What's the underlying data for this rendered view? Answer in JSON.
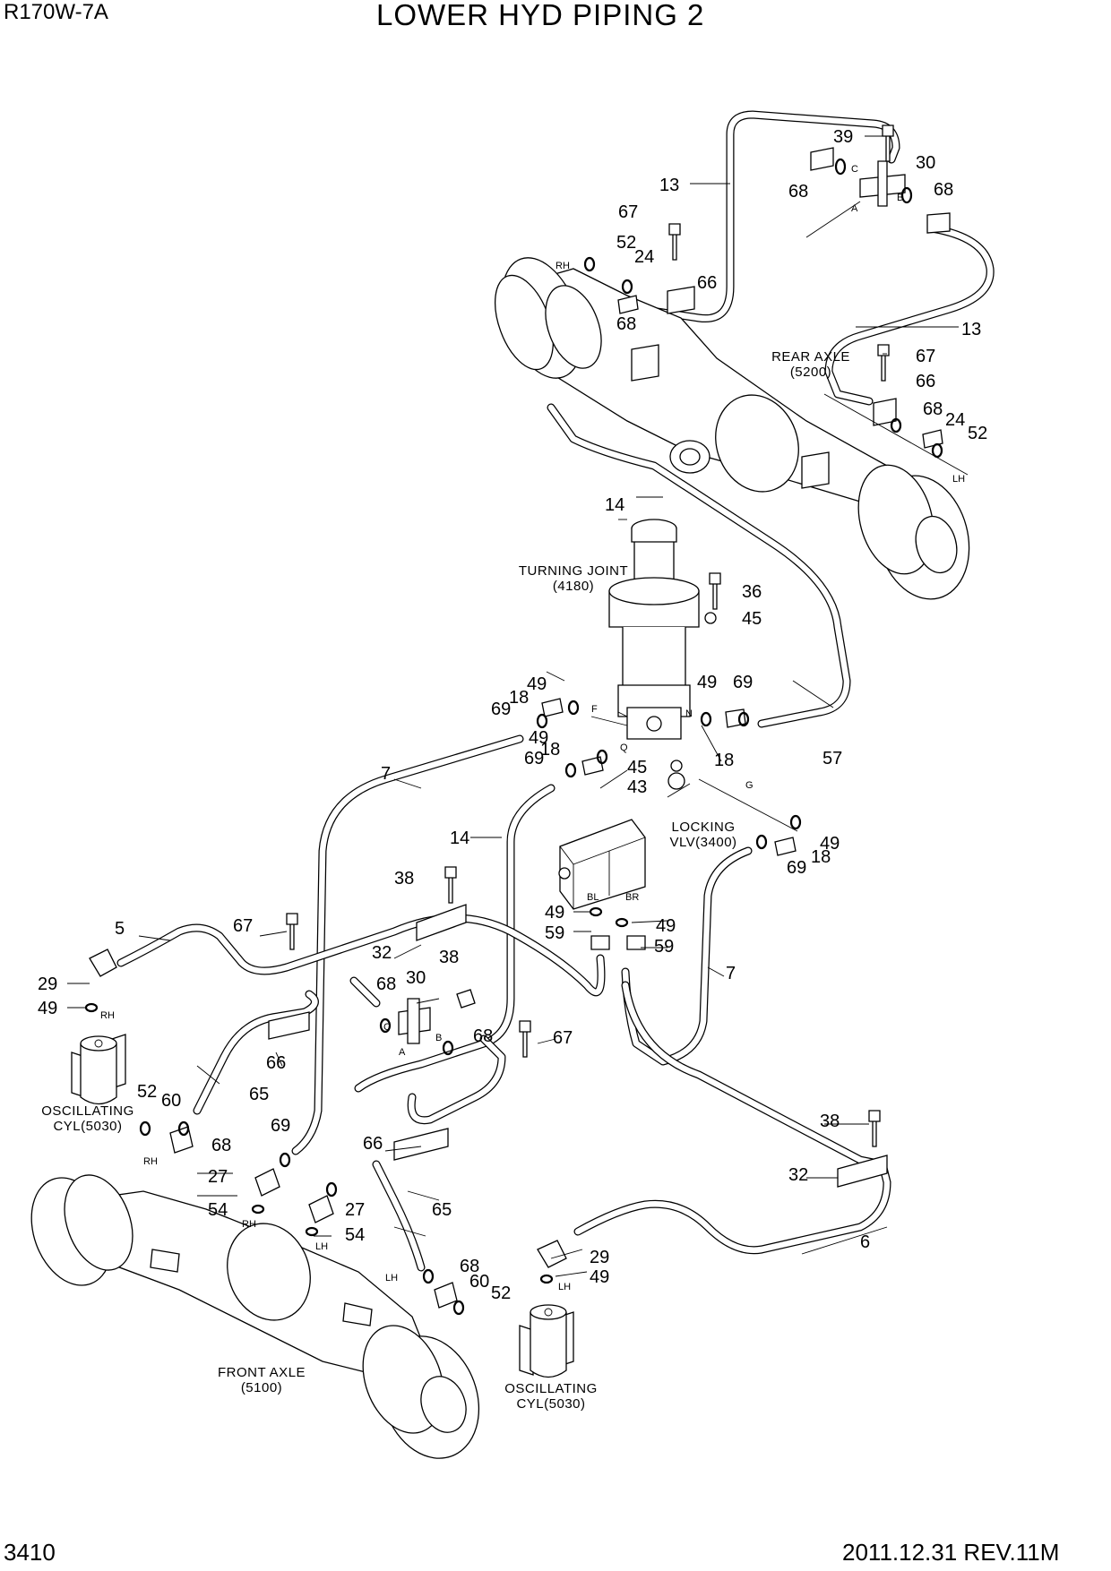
{
  "header": {
    "model": "R170W-7A",
    "title": "LOWER HYD PIPING 2"
  },
  "footer": {
    "page_number": "3410",
    "revision": "2011.12.31  REV.11M"
  },
  "assemblies": {
    "rear_axle": [
      "REAR AXLE",
      "(5200)"
    ],
    "turning_joint": [
      "TURNING JOINT",
      "(4180)"
    ],
    "locking_valve": [
      "LOCKING",
      "VLV(3400)"
    ],
    "oscillating_cyl_rh": [
      "OSCILLATING",
      "CYL(5030)"
    ],
    "oscillating_cyl_lh": [
      "OSCILLATING",
      "CYL(5030)"
    ],
    "front_axle": [
      "FRONT AXLE",
      "(5100)"
    ]
  },
  "callouts": [
    "39",
    "30",
    "68",
    "68",
    "13",
    "67",
    "52",
    "24",
    "66",
    "68",
    "13",
    "67",
    "66",
    "68",
    "24",
    "52",
    "14",
    "36",
    "45",
    "49",
    "18",
    "69",
    "49",
    "69",
    "18",
    "49",
    "69",
    "45",
    "43",
    "18",
    "57",
    "49",
    "18",
    "69",
    "7",
    "14",
    "38",
    "5",
    "67",
    "29",
    "49",
    "32",
    "68",
    "30",
    "38",
    "68",
    "67",
    "66",
    "65",
    "52",
    "60",
    "68",
    "69",
    "27",
    "54",
    "66",
    "27",
    "54",
    "65",
    "68",
    "60",
    "52",
    "38",
    "32",
    "6",
    "29",
    "49",
    "49",
    "59",
    "49",
    "59",
    "7"
  ],
  "port_labels": [
    "C",
    "A",
    "B",
    "RH",
    "LH",
    "F",
    "N",
    "Q",
    "G",
    "BL",
    "BR",
    "C",
    "A",
    "B",
    "RH",
    "RH",
    "RH",
    "LH",
    "LH",
    "LH"
  ]
}
